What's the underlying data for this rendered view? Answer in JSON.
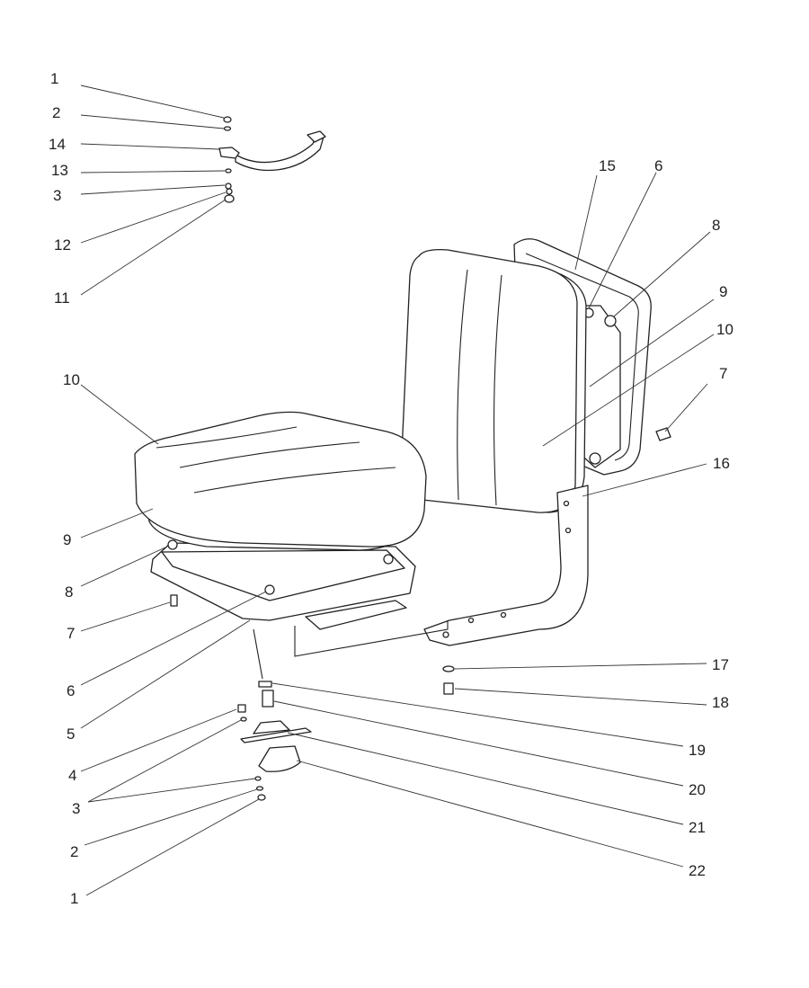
{
  "diagram": {
    "labels": {
      "l1_top": "1",
      "l2_top": "2",
      "l14": "14",
      "l13": "13",
      "l3_top": "3",
      "l12": "12",
      "l11": "11",
      "l15": "15",
      "l6_top": "6",
      "l8_top": "8",
      "l9_right": "9",
      "l10_right": "10",
      "l7_right": "7",
      "l16": "16",
      "l10_left": "10",
      "l9_left": "9",
      "l8_left": "8",
      "l7_left": "7",
      "l6_left": "6",
      "l5": "5",
      "l4": "4",
      "l3_bottom": "3",
      "l2_bottom": "2",
      "l1_bottom": "1",
      "l17": "17",
      "l18": "18",
      "l19": "19",
      "l20": "20",
      "l21": "21",
      "l22": "22"
    }
  }
}
